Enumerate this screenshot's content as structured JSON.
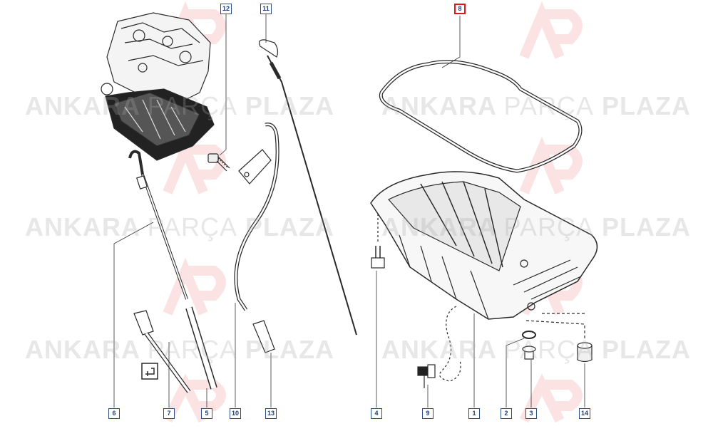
{
  "watermark": {
    "word1": "ANKARA",
    "word2": "PARÇA",
    "word3": "PLAZA",
    "logo_letters": "AP",
    "logo_color": "#e0161b"
  },
  "callouts": [
    {
      "id": "c12",
      "label": "12"
    },
    {
      "id": "c11",
      "label": "11"
    },
    {
      "id": "c8",
      "label": "8",
      "selected": true
    },
    {
      "id": "c6",
      "label": "6"
    },
    {
      "id": "c7",
      "label": "7"
    },
    {
      "id": "c5",
      "label": "5"
    },
    {
      "id": "c10",
      "label": "10"
    },
    {
      "id": "c13",
      "label": "13"
    },
    {
      "id": "c4",
      "label": "4"
    },
    {
      "id": "c9",
      "label": "9"
    },
    {
      "id": "c1",
      "label": "1"
    },
    {
      "id": "c2",
      "label": "2"
    },
    {
      "id": "c3",
      "label": "3"
    },
    {
      "id": "c14",
      "label": "14"
    }
  ],
  "colors": {
    "line": "#2a2a2a",
    "callout_border": "#2a4f8a",
    "selected_border": "#e0161b"
  }
}
